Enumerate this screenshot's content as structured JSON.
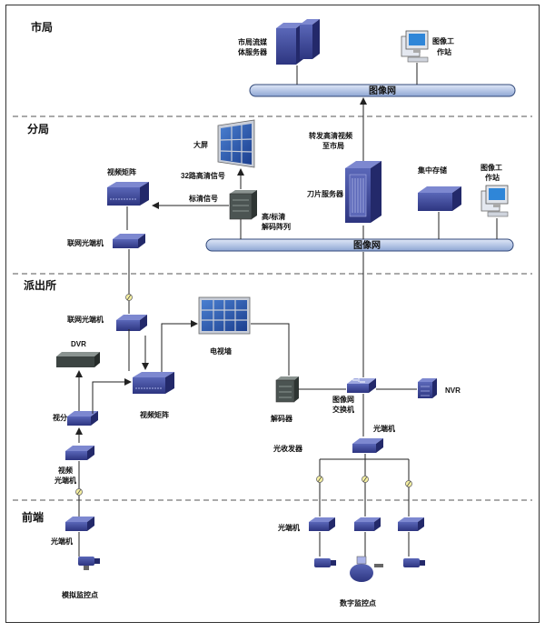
{
  "tiers": {
    "city": "市局",
    "branch": "分局",
    "station": "派出所",
    "frontend": "前端"
  },
  "buses": {
    "city_net": "图像网",
    "branch_net": "图像网"
  },
  "city": {
    "media_server": "市局流媒体服务器",
    "workstation": "图像工作站"
  },
  "branch": {
    "forward_hd": "转发高清视频至市局",
    "big_screen": "大屏",
    "hd_32ch": "32路高清信号",
    "sd_signal": "标清信号",
    "video_matrix": "视频矩阵",
    "codec_array": "高/标清解码阵列",
    "blade_server": "刀片服务器",
    "central_storage": "集中存储",
    "workstation": "图像工作站",
    "optical_transceiver": "联网光端机"
  },
  "station": {
    "optical_transceiver": "联网光端机",
    "dvr": "DVR",
    "video_splitter": "视分",
    "video_matrix": "视频矩阵",
    "tv_wall": "电视墙",
    "decoder": "解码器",
    "switch": "图像网交换机",
    "nvr": "NVR",
    "video_optical": "视频光端机",
    "optical_tx": "光端机",
    "optical_rx_send": "光收发器"
  },
  "frontend": {
    "optical": "光端机",
    "analog_points": "模拟监控点",
    "optical_right": "光端机",
    "digital_points": "数字监控点"
  }
}
